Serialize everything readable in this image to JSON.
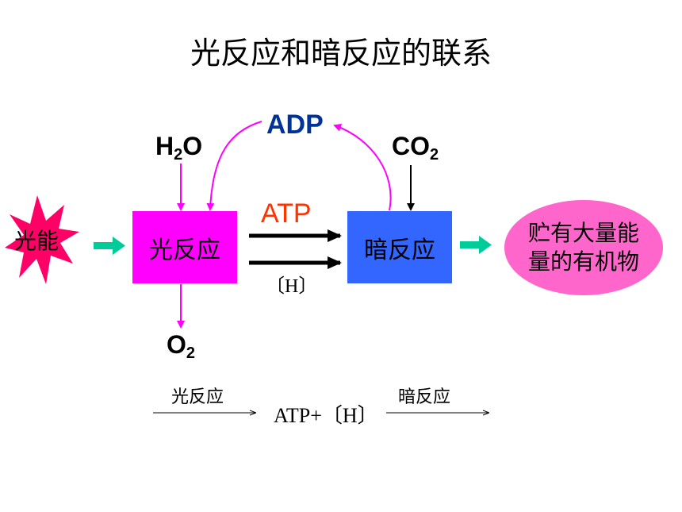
{
  "title": "光反应和暗反应的联系",
  "inputs": {
    "light_energy": "光能",
    "water_main": "H",
    "water_sub": "2",
    "water_tail": "O",
    "co2_main": "CO",
    "co2_sub": "2"
  },
  "outputs": {
    "oxygen_main": "O",
    "oxygen_sub": "2",
    "organic_line1": "贮有大量能",
    "organic_line2": "量的有机物"
  },
  "stages": {
    "light_reaction": "光反应",
    "dark_reaction": "暗反应"
  },
  "molecules": {
    "adp": "ADP",
    "atp": "ATP",
    "h": "〔H〕"
  },
  "equation": {
    "step1_label": "光反应",
    "middle": "ATP+〔H〕",
    "step2_label": "暗反应"
  },
  "colors": {
    "light_box": "#ff00ff",
    "dark_box": "#3366ff",
    "ellipse": "#ff66cc",
    "burst": "#ff0066",
    "magenta_arrow": "#ff00ff",
    "teal_arrow": "#00cc99",
    "adp_text": "#003399",
    "atp_text": "#ff3300"
  }
}
